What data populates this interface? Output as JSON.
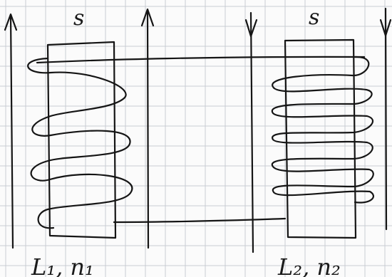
{
  "labels": {
    "s_left": "s",
    "s_right": "s",
    "coil_left": "L₁, n₁",
    "coil_right": "L₂, n₂"
  },
  "arrows": [
    "up",
    "up",
    "down",
    "down"
  ],
  "colors": {
    "ink": "#151515",
    "grid": "#c8cdd3",
    "paper": "#fbfbfb"
  }
}
